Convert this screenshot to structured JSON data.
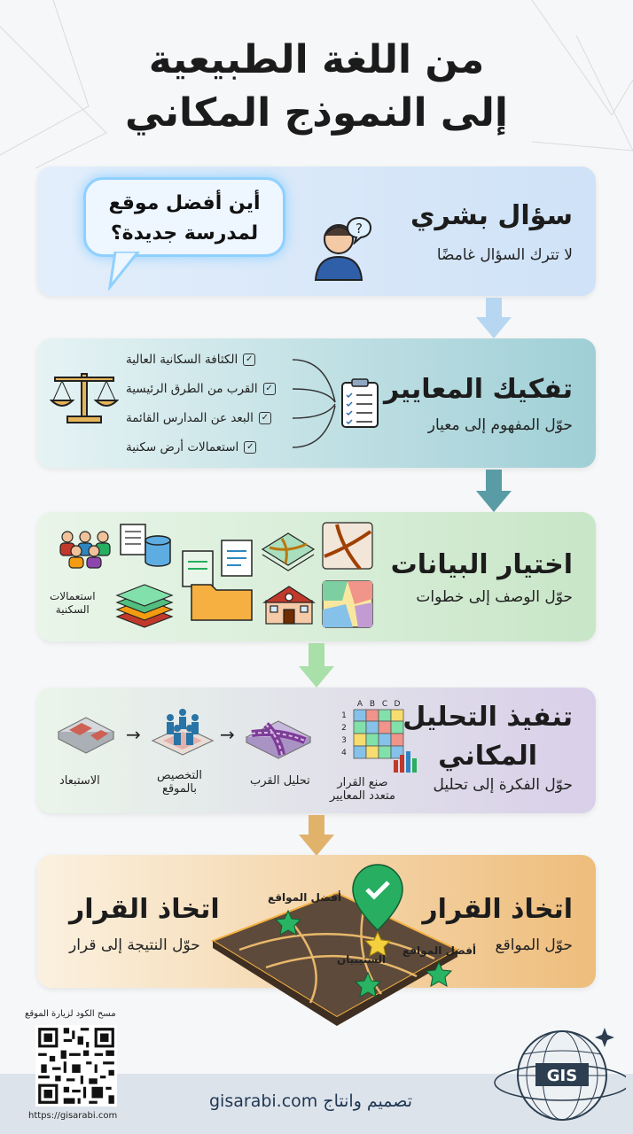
{
  "title": {
    "line1": "من اللغة الطبيعية",
    "line2": "إلى النموذج المكاني"
  },
  "colors": {
    "panel1": "#cfe2f7",
    "panel2": "#9fcfd6",
    "panel3": "#c8e6c8",
    "panel4": "#d9cfe9",
    "panel5": "#eebd7b",
    "footer_text": "#1e3754"
  },
  "step1": {
    "title": "سؤال بشري",
    "subtitle": "لا تترك السؤال غامضًا",
    "bubble_line1": "أين أفضل موقع",
    "bubble_line2": "لمدرسة جديدة؟",
    "icons": [
      "person-icon",
      "question-icon"
    ]
  },
  "step2": {
    "title": "تفكيك المعايير",
    "subtitle": "حوّل المفهوم إلى معيار",
    "criteria": [
      "الكثافة السكانية العالية",
      "القرب من الطرق الرئيسية",
      "البعد عن المدارس القائمة",
      "استعمالات أرض سكنية"
    ],
    "icons": [
      "clipboard-checklist-icon",
      "scale-icon"
    ]
  },
  "step3": {
    "title": "اختيار البيانات",
    "subtitle": "حوّل الوصف إلى خطوات",
    "landuse_label_line1": "استعمالات",
    "landuse_label_line2": "السكنية",
    "icons": [
      "people-icon",
      "database-icon",
      "documents-icon",
      "folder-icon",
      "layers-icon",
      "road-map-icon",
      "school-icon",
      "landuse-map-icon"
    ]
  },
  "step4": {
    "title_line1": "تنفيذ التحليل",
    "title_line2": "المكاني",
    "subtitle": "حوّل الفكرة إلى تحليل",
    "steps": [
      {
        "line1": "الاستبعاد",
        "line2": ""
      },
      {
        "line1": "التخصيص",
        "line2": "بالموقع"
      },
      {
        "line1": "تحليل القرب",
        "line2": ""
      },
      {
        "line1": "صنع القرار",
        "line2": "متعدد المعايير"
      }
    ],
    "matrix_columns": [
      "A",
      "B",
      "C",
      "D"
    ],
    "matrix_rows": [
      "1",
      "2",
      "3",
      "4"
    ]
  },
  "step5": {
    "title_right": "اتخاذ القرار",
    "subtitle_right": "حوّل المواقع",
    "title_left": "اتخاذ القرار",
    "subtitle_left": "حوّل النتيجة إلى قرار",
    "map_labels": [
      "أفضل المواقع",
      "أفضل المواقع",
      "الستيبيان"
    ],
    "icons": [
      "map-pin-check-icon",
      "star-icon"
    ]
  },
  "footer": {
    "credit": "تصميم وانتاج gisarabi.com",
    "qr_caption": "مسح الكود لزيارة الموقع",
    "qr_url": "https://gisarabi.com",
    "logo_text": "GIS"
  }
}
